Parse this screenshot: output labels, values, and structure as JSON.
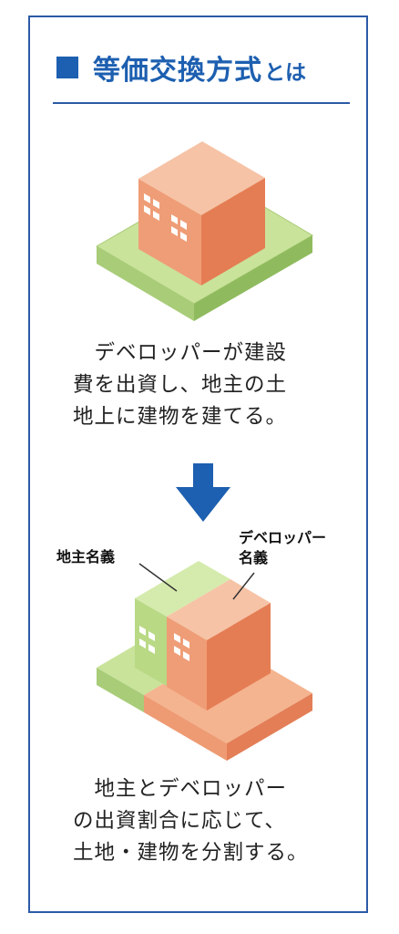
{
  "header": {
    "title": "等価交換方式",
    "title_suffix": "とは"
  },
  "step1": {
    "caption_lines": [
      "　デベロッパーが建設",
      "費を出資し、地主の土",
      "地上に建物を建てる。"
    ]
  },
  "step2": {
    "landowner_label": "地主名義",
    "developer_label_lines": [
      "デベロッパー",
      "名義"
    ],
    "caption_lines": [
      "　地主とデベロッパー",
      "の出資割合に応じて、",
      "土地・建物を分割する。"
    ]
  },
  "colors": {
    "accent": "#1d5fb0",
    "frame": "#2c5aa6",
    "ground_green": "#c9e39b",
    "building_orange": "#ee9b73",
    "building_green": "#b9d985",
    "window": "#ffffff"
  }
}
